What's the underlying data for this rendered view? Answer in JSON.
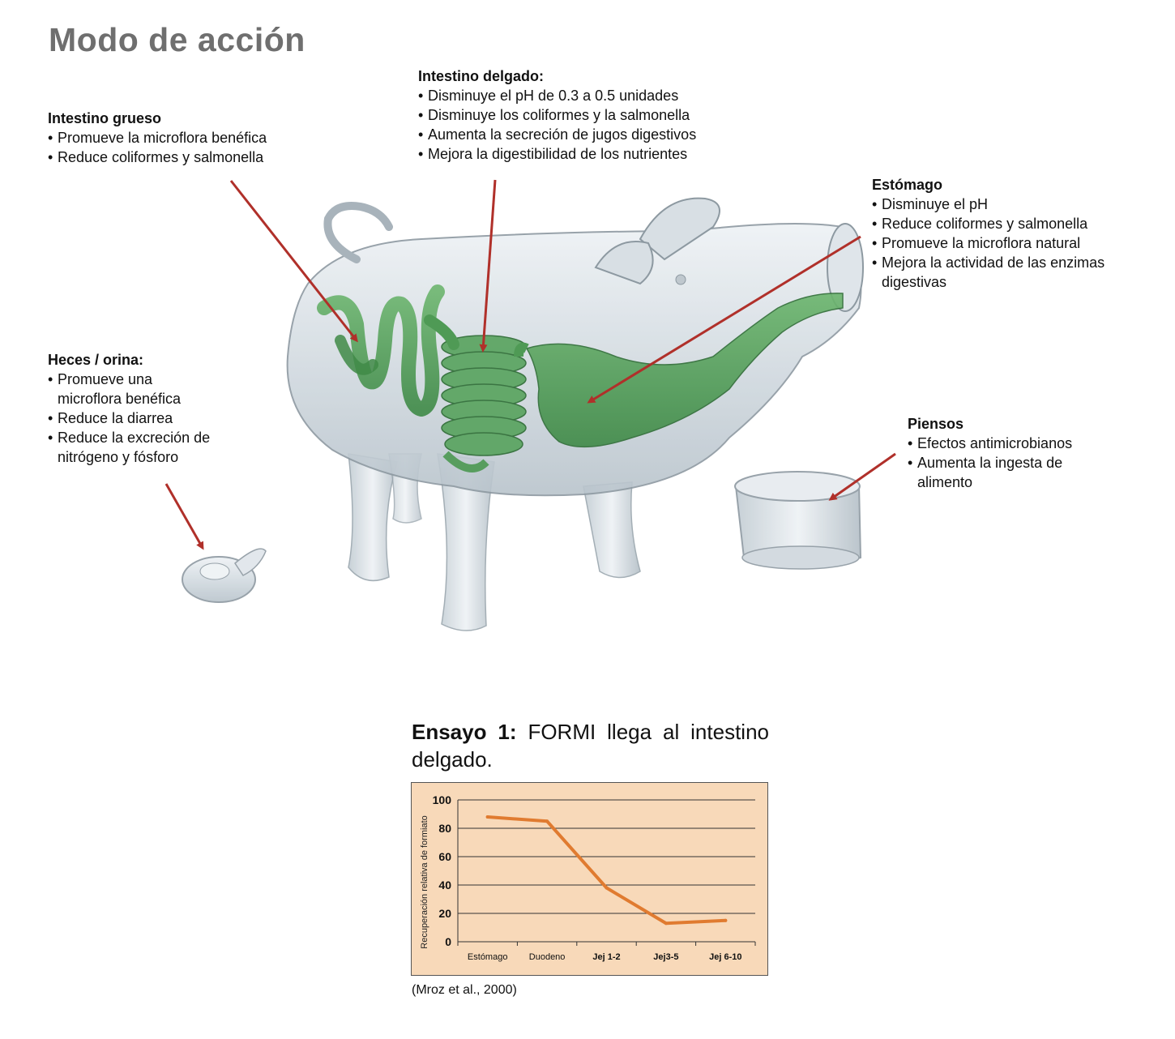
{
  "page": {
    "title": "Modo de acción"
  },
  "callouts": {
    "intestino_grueso": {
      "heading": "Intestino grueso",
      "items": [
        "Promueve la microflora benéfica",
        "Reduce coliformes y salmonella"
      ]
    },
    "intestino_delgado": {
      "heading": "Intestino delgado:",
      "items": [
        "Disminuye el pH de 0.3 a 0.5 unidades",
        "Disminuye los coliformes y la salmonella",
        "Aumenta la secreción de jugos digestivos",
        "Mejora la digestibilidad de los nutrientes"
      ]
    },
    "estomago": {
      "heading": "Estómago",
      "items": [
        "Disminuye el pH",
        "Reduce coliformes y salmonella",
        "Promueve la microflora natural",
        "Mejora la actividad de las enzimas digestivas"
      ]
    },
    "heces": {
      "heading": "Heces / orina:",
      "items": [
        "Promueve una microflora benéfica",
        "Reduce la diarrea",
        "Reduce la excreción de nitrógeno y fósforo"
      ]
    },
    "piensos": {
      "heading": "Piensos",
      "items": [
        "Efectos antimicrobianos",
        "Aumenta la ingesta de alimento"
      ]
    }
  },
  "trial": {
    "label_bold": "Ensayo 1:",
    "label_text": " FORMI llega al intestino delgado."
  },
  "citation": "(Mroz et al., 2000)",
  "colors": {
    "arrow": "#b0302a",
    "organ_green": "#4f9a55",
    "line": "#e07b30",
    "chart_bg": "#f8d9b9"
  },
  "chart_data": {
    "type": "line",
    "categories": [
      "Estómago",
      "Duodeno",
      "Jej 1-2",
      "Jej3-5",
      "Jej 6-10"
    ],
    "series": [
      {
        "values": [
          88,
          85,
          38,
          13,
          15
        ]
      }
    ],
    "title": "",
    "xlabel": "",
    "ylabel": "Recuperación relativa de formiato",
    "ylim": [
      0,
      100
    ],
    "yticks": [
      0,
      20,
      40,
      60,
      80,
      100
    ],
    "grid": true,
    "legend": "none"
  }
}
